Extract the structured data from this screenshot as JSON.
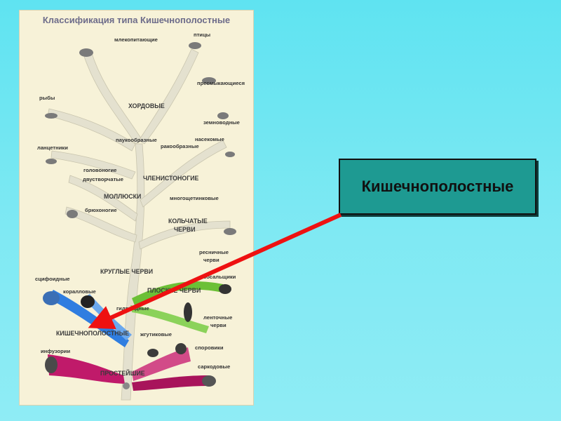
{
  "panel": {
    "title": "Классификация типа Кишечнополостные"
  },
  "labels": {
    "mammals": "млекопитающие",
    "birds": "птицы",
    "reptiles": "пресмыкающиеся",
    "fishes": "рыбы",
    "chordates": "ХОРДОВЫЕ",
    "amphibians": "земноводные",
    "lancelets": "ланцетники",
    "arachnids": "паукообразные",
    "crustaceans": "ракообразные",
    "insects": "насекомые",
    "cephalopods": "головоногие",
    "bivalves": "двустворчатые",
    "arthropods": "ЧЛЕНИСТОНОГИЕ",
    "molluscs": "МОЛЛЮСКИ",
    "polychaetes": "многощетинковые",
    "gastropods": "брюхоногие",
    "annelids_1": "КОЛЬЧАТЫЕ",
    "annelids_2": "ЧЕРВИ",
    "ciliated_1": "ресничные",
    "ciliated_2": "черви",
    "roundworms": "КРУГЛЫЕ ЧЕРВИ",
    "flukes": "сосальщики",
    "scyphoid": "сцифоидные",
    "flatworms": "ПЛОСКИЕ ЧЕРВИ",
    "coral": "коралловые",
    "hydroid": "гидроидные",
    "tapeworms_1": "ленточные",
    "tapeworms_2": "черви",
    "coelenterates": "КИШЕЧНОПОЛОСТНЫЕ",
    "flagellates": "жгутиковые",
    "infusoria": "инфузории",
    "sporozoa": "споровики",
    "protozoa": "ПРОСТЕЙШИЕ",
    "sarcodina": "саркодовые"
  },
  "callout": {
    "text": "Кишечнополостные"
  },
  "colors": {
    "arrow": "#ee1111",
    "callout_bg": "#1e9a92",
    "blue_branch": "#2f7de0",
    "green_branch": "#6cc036",
    "magenta_branch": "#c01a6a"
  }
}
